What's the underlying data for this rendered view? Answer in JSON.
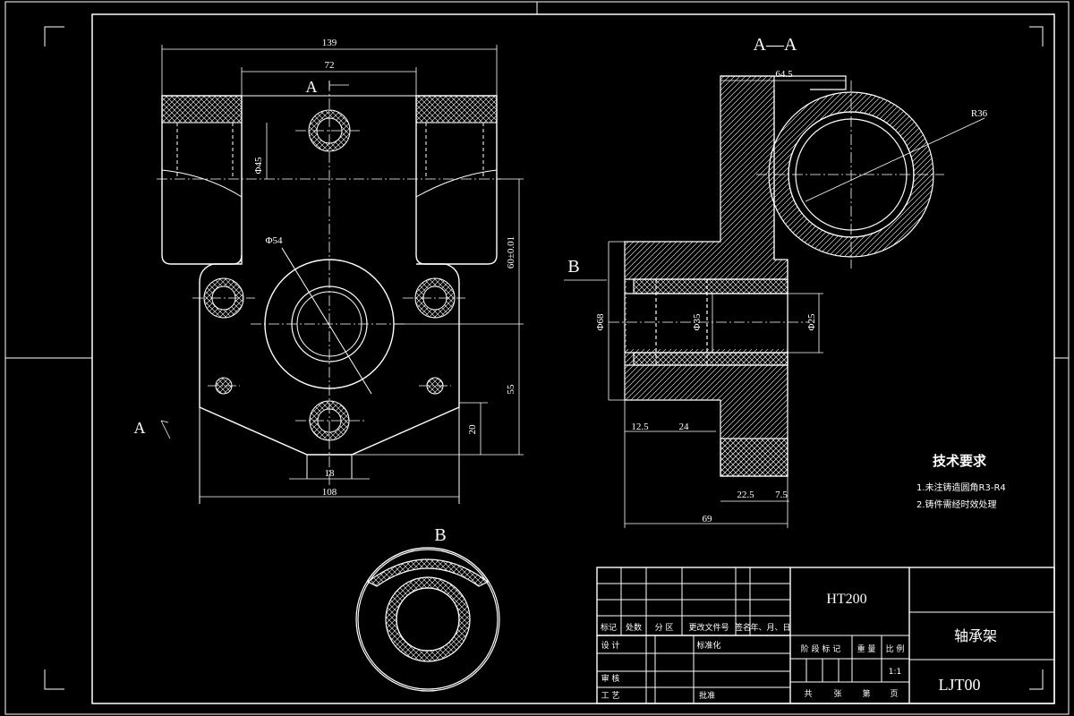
{
  "dimensions": {
    "front_overall_width": "139",
    "front_inner_width": "72",
    "front_bore_dia": "Φ45",
    "front_boss_dia": "Φ54",
    "front_center_height": "60±0.01",
    "front_lower_height": "55",
    "front_slot_height": "20",
    "front_slot_width": "18",
    "front_base_width": "108",
    "section_top_width": "64.5",
    "section_radius": "R36",
    "section_outer_dia": "Φ68",
    "section_inner_dia": "Φ35",
    "section_bore_dia": "Φ25",
    "section_dim_12_5": "12.5",
    "section_dim_24": "24",
    "section_dim_22_5": "22.5",
    "section_dim_7_5": "7.5",
    "section_overall": "69"
  },
  "labels": {
    "section_title": "A—A",
    "section_mark_a_top": "A",
    "section_mark_a_left": "A",
    "view_mark_b": "B",
    "view_b_title": "B"
  },
  "tech_req": {
    "title": "技术要求",
    "items": [
      "1.未注铸造圆角R3-R4",
      "2.铸件需经时效处理"
    ]
  },
  "title_block": {
    "material": "HT200",
    "part_name": "轴承架",
    "drawing_no": "LJT00",
    "scale": "1:1",
    "rev_headers": [
      "标记",
      "处数",
      "分 区",
      "更改文件号",
      "签名",
      "年、月、日"
    ],
    "design": "设 计",
    "standardize": "标准化",
    "review": "审 核",
    "process": "工 艺",
    "approve": "批准",
    "stage_headers": [
      "阶 段 标 记",
      "重 量",
      "比 例"
    ],
    "sheets": [
      "共",
      "张",
      "第",
      "页"
    ]
  }
}
